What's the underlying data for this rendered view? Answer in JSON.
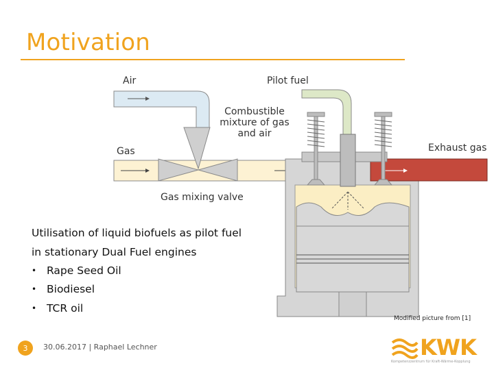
{
  "header": {
    "title": "Motivation"
  },
  "diagram": {
    "labels": {
      "air": "Air",
      "pilot_fuel": "Pilot fuel",
      "combustible_mixture": "Combustible\nmixture of gas\nand air",
      "gas": "Gas",
      "exhaust_gas": "Exhaust gas",
      "gas_mixing_valve": "Gas mixing valve"
    },
    "colors": {
      "air_pipe": "#dceaf3",
      "pilot_pipe": "#dde8c7",
      "gas_pipe": "#fdf2d3",
      "exhaust_pipe": "#c4493c",
      "engine_block": "#d6d6d6",
      "piston": "#d8d8d8",
      "chamber": "#fbeec4"
    },
    "caption": "Modified picture from [1]"
  },
  "content": {
    "intro_line1": "Utilisation of liquid biofuels as pilot fuel",
    "intro_line2": "in stationary Dual Fuel engines",
    "bullets": [
      "Rape Seed Oil",
      "Biodiesel",
      "TCR oil"
    ]
  },
  "footer": {
    "page_number": "3",
    "text": "30.06.2017 | Raphael Lechner",
    "logo_text": "KWK",
    "logo_subtitle": "Kompetenzzentrum für Kraft-Wärme-Kopplung"
  }
}
